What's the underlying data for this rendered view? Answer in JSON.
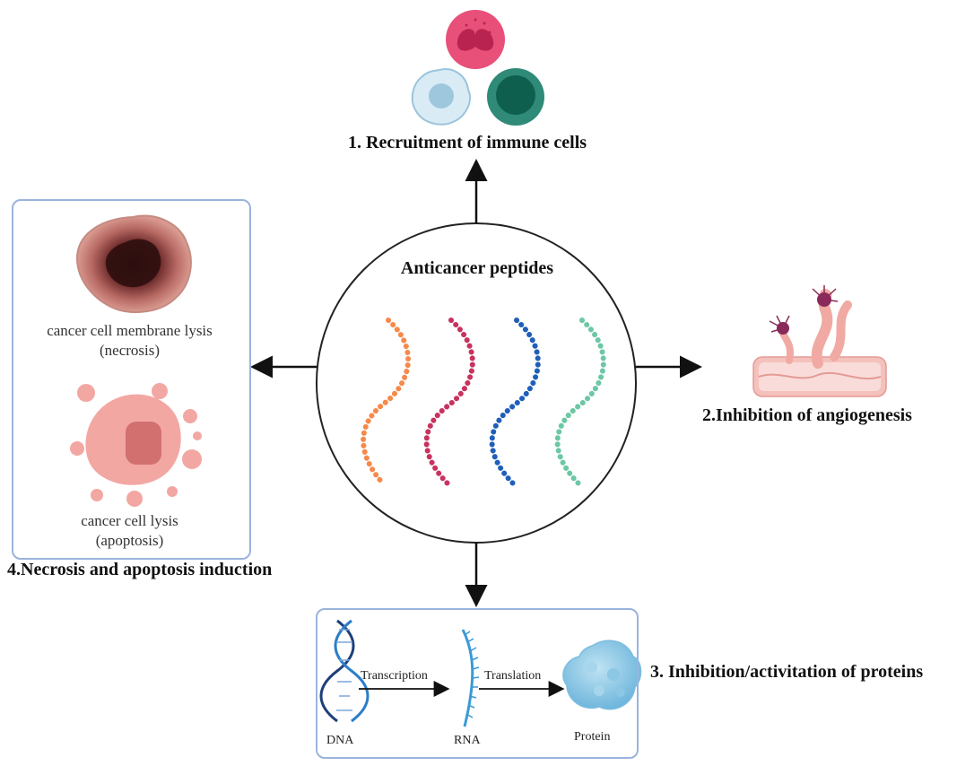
{
  "center": {
    "title": "Anticancer peptides"
  },
  "mechanisms": {
    "immune": {
      "title": "1. Recruitment of  immune cells"
    },
    "angiogenesis": {
      "title": "2.Inhibition of angiogenesis"
    },
    "proteins": {
      "title": "3. Inhibition/activitation of proteins"
    },
    "necrosis": {
      "title": "4.Necrosis and apoptosis induction"
    }
  },
  "left_panel": {
    "necrosis_label_1": "cancer cell membrane lysis",
    "necrosis_label_2": "(necrosis)",
    "apoptosis_label_1": "cancer cell  lysis",
    "apoptosis_label_2": "(apoptosis)"
  },
  "bottom_panel": {
    "dna": "DNA",
    "transcription": "Transcription",
    "rna": "RNA",
    "translation": "Translation",
    "protein": "Protein"
  },
  "colors": {
    "peptide_orange": "#f58a4b",
    "peptide_magenta": "#c8325f",
    "peptide_blue": "#1f5fb8",
    "peptide_green": "#6cc7a4",
    "panel_border": "#9bb3dd"
  }
}
